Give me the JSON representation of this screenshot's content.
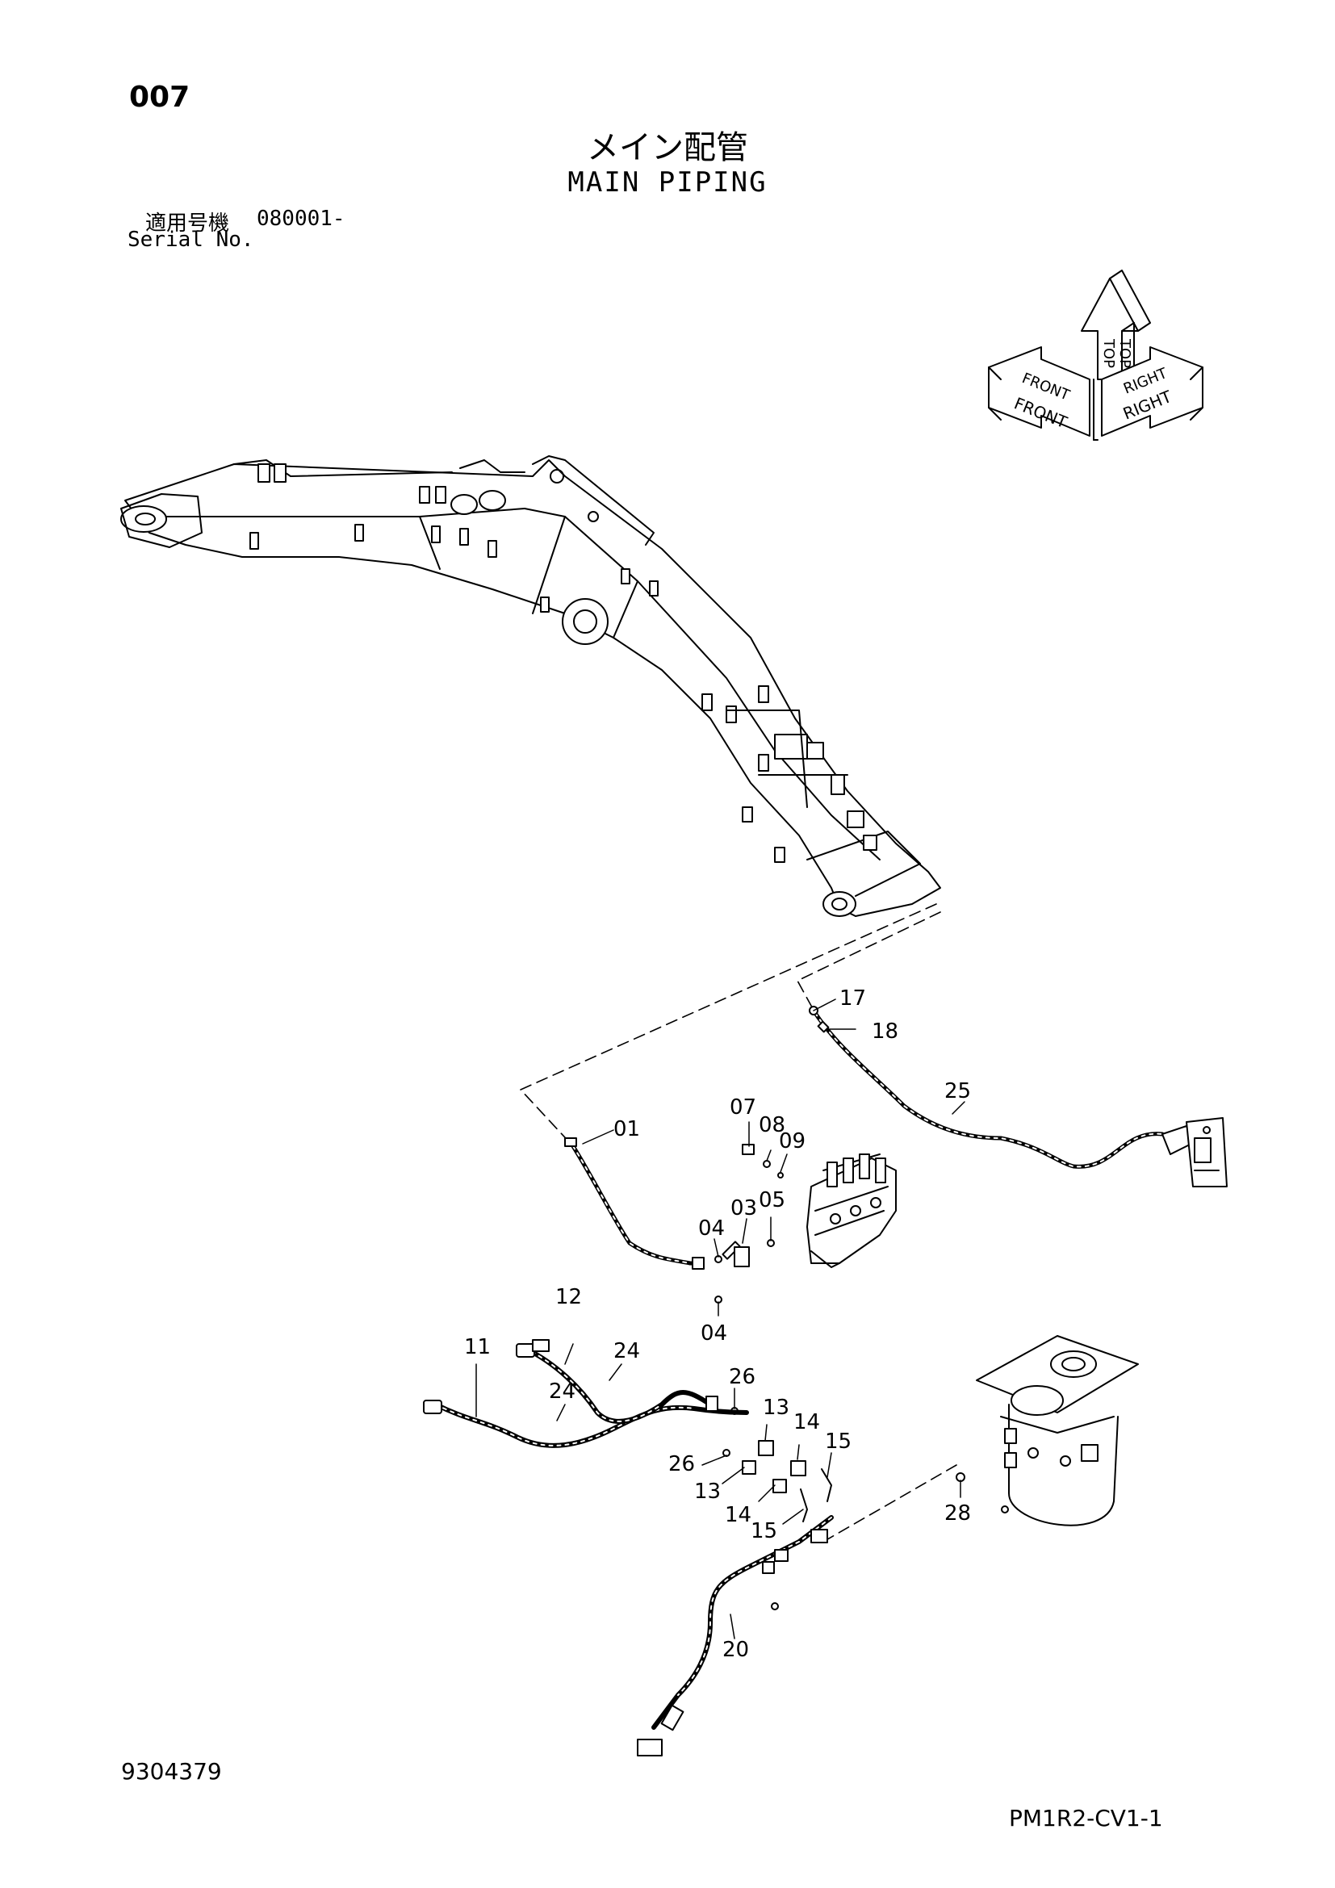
{
  "header": {
    "page_number": "007",
    "title_jp": "メイン配管",
    "title_en": "MAIN PIPING",
    "serial_label_jp": "適用号機",
    "serial_value": "080001-",
    "serial_label_en": "Serial No."
  },
  "orientation_indicator": {
    "top": "TOP",
    "front": "FRONT",
    "right": "RIGHT"
  },
  "callouts": [
    {
      "id": "c17",
      "label": "17"
    },
    {
      "id": "c18",
      "label": "18"
    },
    {
      "id": "c25",
      "label": "25"
    },
    {
      "id": "c07",
      "label": "07"
    },
    {
      "id": "c08",
      "label": "08"
    },
    {
      "id": "c09",
      "label": "09"
    },
    {
      "id": "c01",
      "label": "01"
    },
    {
      "id": "c04a",
      "label": "04"
    },
    {
      "id": "c03",
      "label": "03"
    },
    {
      "id": "c05",
      "label": "05"
    },
    {
      "id": "c04b",
      "label": "04"
    },
    {
      "id": "c12",
      "label": "12"
    },
    {
      "id": "c11",
      "label": "11"
    },
    {
      "id": "c24a",
      "label": "24"
    },
    {
      "id": "c24b",
      "label": "24"
    },
    {
      "id": "c26a",
      "label": "26"
    },
    {
      "id": "c13a",
      "label": "13"
    },
    {
      "id": "c14a",
      "label": "14"
    },
    {
      "id": "c15a",
      "label": "15"
    },
    {
      "id": "c26b",
      "label": "26"
    },
    {
      "id": "c13b",
      "label": "13"
    },
    {
      "id": "c14b",
      "label": "14"
    },
    {
      "id": "c15b",
      "label": "15"
    },
    {
      "id": "c28",
      "label": "28"
    },
    {
      "id": "c20",
      "label": "20"
    }
  ],
  "footer": {
    "document_number": "9304379",
    "sheet_code": "PM1R2-CV1-1"
  }
}
